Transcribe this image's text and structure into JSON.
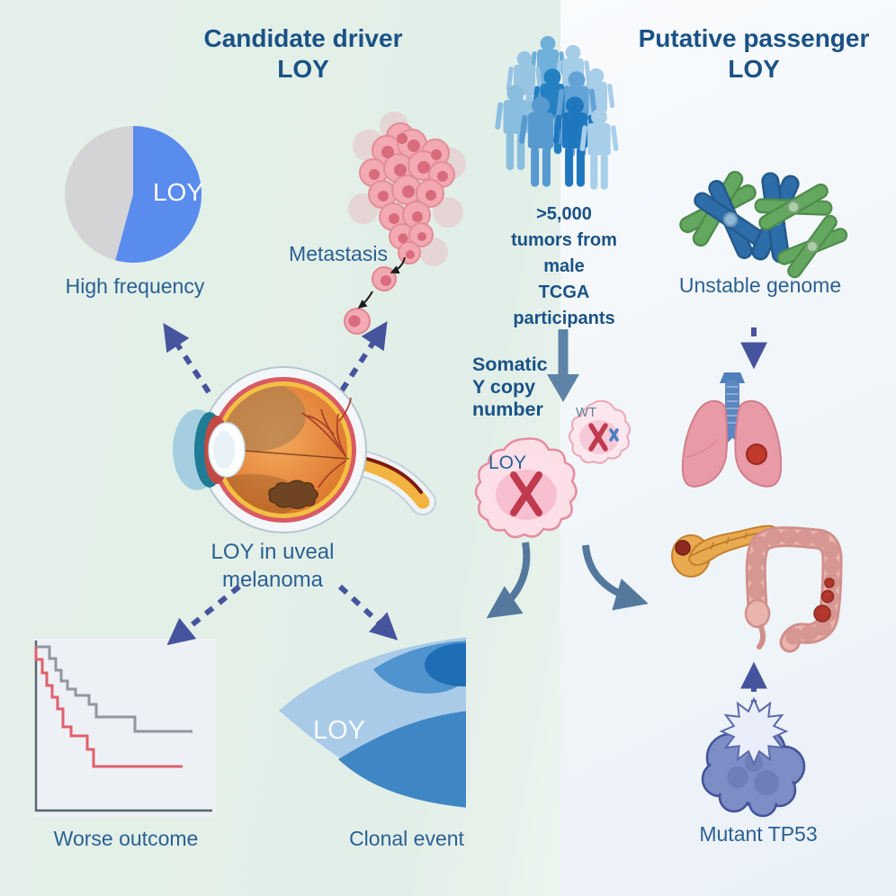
{
  "figure": {
    "left": {
      "title": "Candidate driver\nLOY",
      "pie": {
        "slice_label": "LOY",
        "caption": "High frequency",
        "loy_fraction": 0.54,
        "loy_color": "#5a8cee",
        "other_color": "#d4d4d6"
      },
      "metastasis_caption": "Metastasis",
      "eye_caption": "LOY in uveal\nmelanoma",
      "survival": {
        "caption": "Worse outcome",
        "curve_colors": {
          "loy": "#e0606c",
          "other": "#9096a0"
        }
      },
      "fishplot": {
        "clone_label": "LOY",
        "caption": "Clonal event"
      }
    },
    "center": {
      "cohort_text": ">5,000\ntumors from\nmale\nTCGA\nparticipants",
      "analysis_text": "Somatic\nY copy\nnumber",
      "wt_cell_label": "WT",
      "loy_cell_label": "LOY"
    },
    "right": {
      "title": "Putative passenger\nLOY",
      "genome_caption": "Unstable genome",
      "tp53_caption": "Mutant TP53"
    },
    "colors": {
      "left_bg": "#e3efe8",
      "right_bg": "#f2f6fa",
      "title_text": "#1a5286",
      "label_text": "#2b6093",
      "dashed_arrow": "#46549e",
      "solid_arrow": "#54799d"
    }
  }
}
